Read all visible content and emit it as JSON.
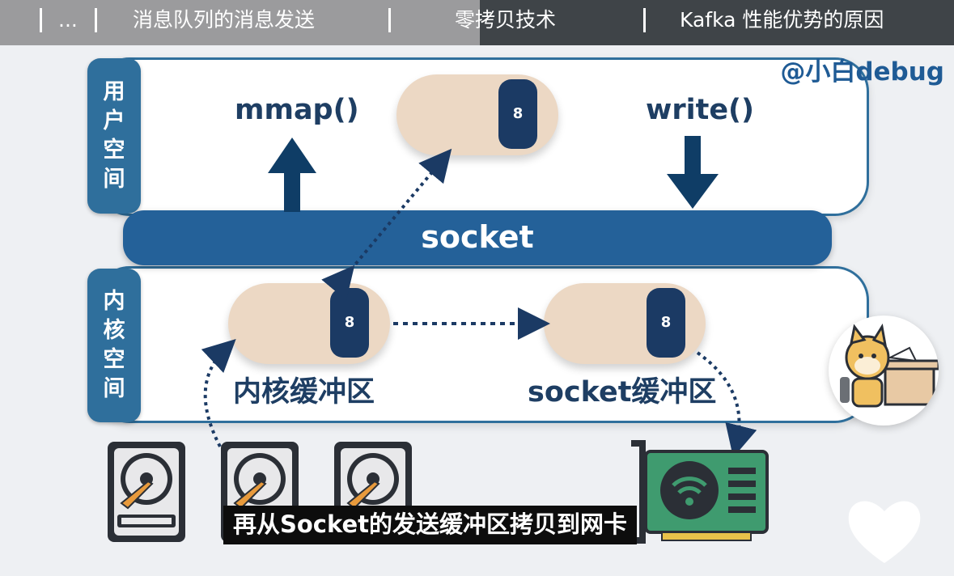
{
  "topbar": {
    "ellipsis": "...",
    "chapter_prev": "消息队列的消息发送",
    "chapter_current": "零拷贝技术",
    "chapter_next": "Kafka 性能优势的原因"
  },
  "watermark": "@小白debug",
  "user_space": {
    "c1": "用",
    "c2": "户",
    "c3": "空",
    "c4": "间"
  },
  "kernel_space": {
    "c1": "内",
    "c2": "核",
    "c3": "空",
    "c4": "间"
  },
  "socket_label": "socket",
  "calls": {
    "mmap": "mmap()",
    "write": "write()"
  },
  "buffers": {
    "user_chip": "8",
    "kernel_chip": "8",
    "socket_chip": "8",
    "kernel_label": "内核缓冲区",
    "socket_label": "socket缓冲区"
  },
  "subtitle": "再从Socket的发送缓冲区拷贝到网卡",
  "colors": {
    "primary": "#246199",
    "dark_navy": "#1b3a64",
    "buffer": "#ecd8c4",
    "nic_green": "#3f9b6f"
  },
  "icons": [
    "disk-icon",
    "disk-icon",
    "disk-icon",
    "network-card-icon",
    "avatar-icon",
    "heart-icon"
  ]
}
